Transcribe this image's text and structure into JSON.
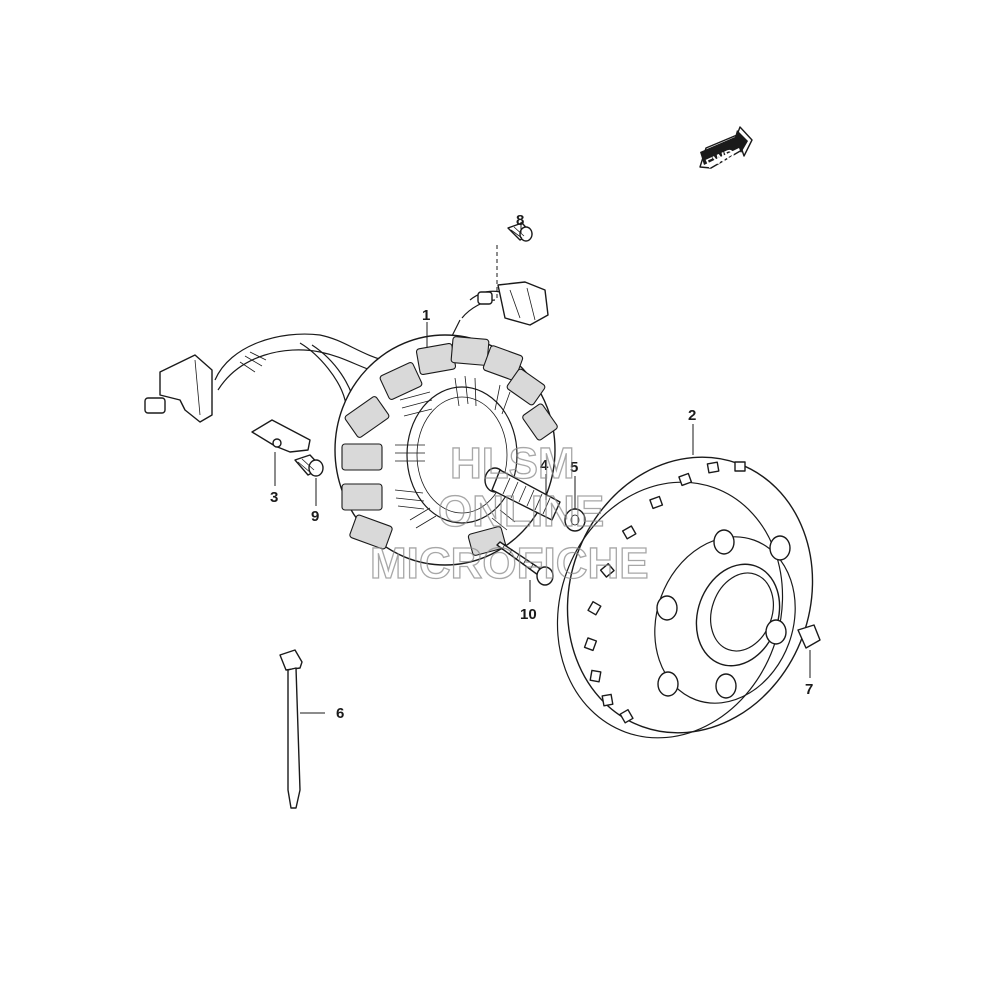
{
  "diagram": {
    "fwd_label": "FWD",
    "watermark": {
      "line1": "HLSM",
      "line2": "ONLINE",
      "line3": "MICROFICHE"
    },
    "callouts": [
      "1",
      "2",
      "3",
      "4",
      "5",
      "6",
      "7",
      "8",
      "9",
      "10"
    ]
  },
  "colors": {
    "ink": "#1a1a1a",
    "background": "#ffffff",
    "watermark": "#8a8a8a"
  }
}
